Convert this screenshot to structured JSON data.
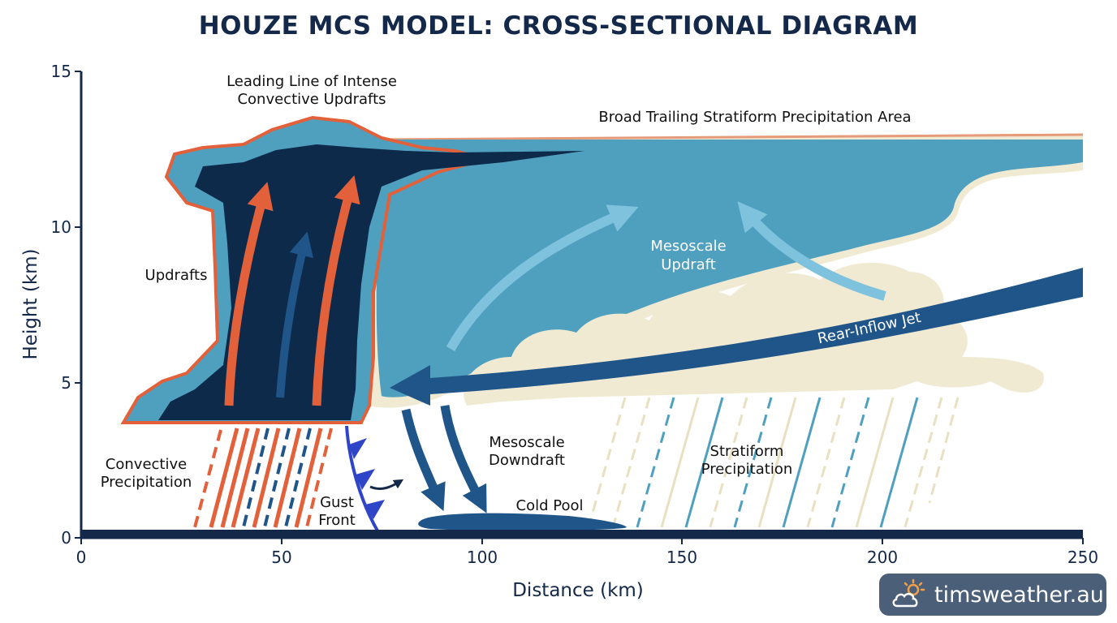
{
  "title": "HOUZE MCS MODEL: CROSS-SECTIONAL DIAGRAM",
  "axes": {
    "x_label": "Distance (km)",
    "y_label": "Height (km)",
    "x_ticks": [
      "0",
      "50",
      "100",
      "150",
      "200",
      "250"
    ],
    "y_ticks": [
      "0",
      "5",
      "10",
      "15"
    ]
  },
  "labels": {
    "leading_line_1": "Leading Line of Intense",
    "leading_line_2": "Convective Updrafts",
    "stratiform_area": "Broad Trailing Stratiform Precipitation Area",
    "updrafts": "Updrafts",
    "mesoscale_updraft_1": "Mesoscale",
    "mesoscale_updraft_2": "Updraft",
    "rear_inflow_jet": "Rear-Inflow Jet",
    "convective_precip_1": "Convective",
    "convective_precip_2": "Precipitation",
    "gust_front_1": "Gust",
    "gust_front_2": "Front",
    "mesoscale_downdraft_1": "Mesoscale",
    "mesoscale_downdraft_2": "Downdraft",
    "cold_pool": "Cold Pool",
    "stratiform_precip_1": "Stratiform",
    "stratiform_precip_2": "Precipitation"
  },
  "brand": {
    "text": "timsweather.au",
    "icon": "cloud-sun-icon"
  },
  "colors": {
    "navy": "#14284a",
    "dark_core": "#0d2a4a",
    "teal": "#4f9fbf",
    "orange": "#e2603a",
    "cream": "#f1ead3",
    "blue_arrow": "#1f5589",
    "gust_front_blue": "#2f45c8",
    "light_arrow": "#7ec2dd"
  }
}
